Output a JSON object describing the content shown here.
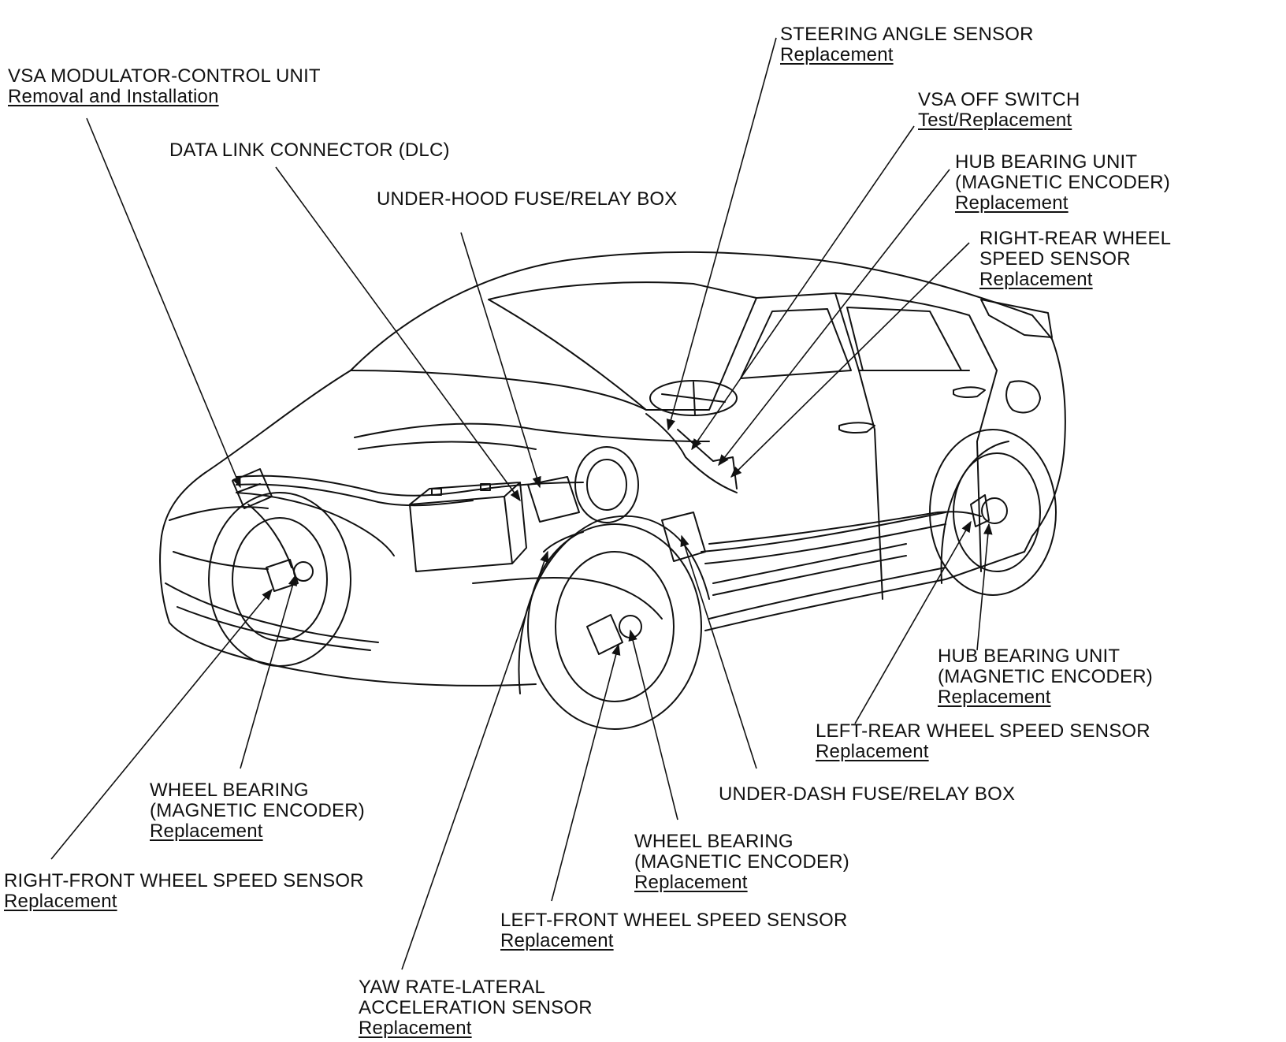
{
  "colors": {
    "ink": "#111111",
    "background": "#ffffff"
  },
  "callouts": {
    "vsa_modulator": {
      "lines": [
        "VSA MODULATOR-CONTROL UNIT"
      ],
      "link": "Removal and Installation"
    },
    "dlc": {
      "lines": [
        "DATA LINK CONNECTOR (DLC)"
      ]
    },
    "underhood_fuse": {
      "lines": [
        "UNDER-HOOD FUSE/RELAY BOX"
      ]
    },
    "steering_angle": {
      "lines": [
        "STEERING ANGLE SENSOR"
      ],
      "link": "Replacement"
    },
    "vsa_off": {
      "lines": [
        "VSA OFF SWITCH"
      ],
      "link": "Test/Replacement"
    },
    "hub_bearing_top": {
      "lines": [
        "HUB BEARING UNIT",
        "(MAGNETIC ENCODER)"
      ],
      "link": "Replacement"
    },
    "rr_speed": {
      "lines": [
        "RIGHT-REAR WHEEL",
        "SPEED SENSOR"
      ],
      "link": "Replacement"
    },
    "hub_bearing_lower": {
      "lines": [
        "HUB BEARING UNIT",
        "(MAGNETIC ENCODER)"
      ],
      "link": "Replacement"
    },
    "lr_speed": {
      "lines": [
        "LEFT-REAR WHEEL SPEED SENSOR"
      ],
      "link": "Replacement"
    },
    "underdash_fuse": {
      "lines": [
        "UNDER-DASH FUSE/RELAY BOX"
      ]
    },
    "wheel_bearing_right": {
      "lines": [
        "WHEEL BEARING",
        "(MAGNETIC ENCODER)"
      ],
      "link": "Replacement"
    },
    "rf_speed": {
      "lines": [
        "RIGHT-FRONT WHEEL SPEED SENSOR"
      ],
      "link": "Replacement"
    },
    "wheel_bearing_left": {
      "lines": [
        "WHEEL BEARING",
        "(MAGNETIC ENCODER)"
      ],
      "link": "Replacement"
    },
    "lf_speed": {
      "lines": [
        "LEFT-FRONT WHEEL SPEED SENSOR"
      ],
      "link": "Replacement"
    },
    "yaw_rate": {
      "lines": [
        "YAW RATE-LATERAL",
        "ACCELERATION SENSOR"
      ],
      "link": "Replacement"
    }
  }
}
